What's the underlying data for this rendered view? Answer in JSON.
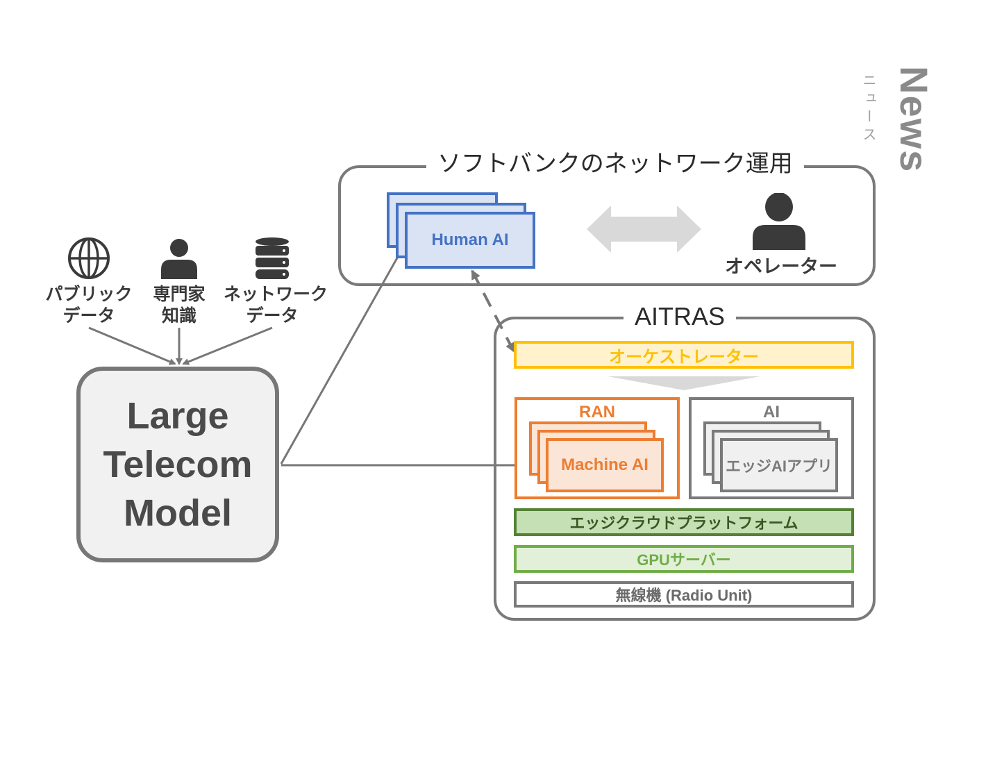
{
  "side_label": {
    "title": "News",
    "subtitle": "ニュース"
  },
  "sources": [
    {
      "icon": "globe-icon",
      "label_lines": [
        "パブリック",
        "データ"
      ]
    },
    {
      "icon": "person-icon",
      "label_lines": [
        "専門家",
        "知識"
      ]
    },
    {
      "icon": "database-icon",
      "label_lines": [
        "ネットワーク",
        "データ"
      ]
    }
  ],
  "ltm": {
    "lines": [
      "Large",
      "Telecom",
      "Model"
    ]
  },
  "operations_group": {
    "title": "ソフトバンクのネットワーク運用",
    "human_ai_label": "Human AI",
    "operator_label": "オペレーター"
  },
  "aitras_group": {
    "title": "AITRAS",
    "orchestrator_label": "オーケストレーター",
    "ran": {
      "title": "RAN",
      "card_label": "Machine AI"
    },
    "ai": {
      "title": "AI",
      "card_label": "エッジAIアプリ"
    },
    "layers": [
      {
        "label": "エッジクラウドプラットフォーム"
      },
      {
        "label": "GPUサーバー"
      },
      {
        "label": "無線機 (Radio Unit)"
      }
    ]
  },
  "colors": {
    "human_ai": "#4472c4",
    "machine_ai": "#ed7d31",
    "orchestrator": "#ffc000",
    "edge_cloud": "#548235",
    "gpu_server": "#70ad47",
    "neutral": "#7a7a7a"
  }
}
